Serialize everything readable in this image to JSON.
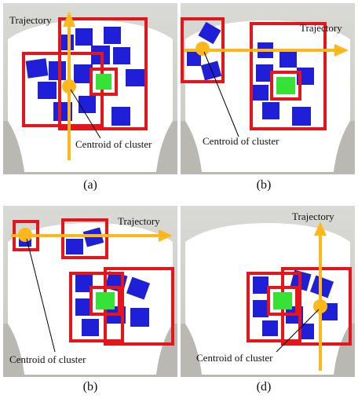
{
  "panels": [
    {
      "id": "a",
      "caption": "(a)",
      "trajectory_label": "Trajectory",
      "centroid_label": "Centroid of cluster"
    },
    {
      "id": "b1",
      "caption": "(b)",
      "trajectory_label": "Trajectory",
      "centroid_label": "Centroid of cluster"
    },
    {
      "id": "b2",
      "caption": "(b)",
      "trajectory_label": "Trajectory",
      "centroid_label": "Centroid of cluster"
    },
    {
      "id": "d",
      "caption": "(d)",
      "trajectory_label": "Trajectory",
      "centroid_label": "Centroid of cluster"
    }
  ],
  "colors": {
    "trajectory": "#ffb81c",
    "bounding_box": "#e4161b",
    "object": "#1f1fd8",
    "target": "#36e236",
    "container": "#ffffff",
    "background": "#d3d3cf"
  }
}
